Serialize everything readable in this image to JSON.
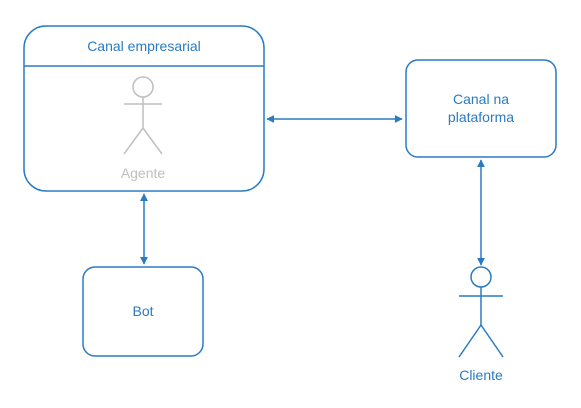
{
  "nodes": {
    "canal_empresarial": {
      "title": "Canal empresarial"
    },
    "agente": {
      "label": "Agente"
    },
    "canal_na_plataforma": {
      "label_line1": "Canal na",
      "label_line2": "plataforma"
    },
    "bot": {
      "label": "Bot"
    },
    "cliente": {
      "label": "Cliente"
    }
  },
  "colors": {
    "stroke": "#2a7bc2",
    "text": "#2a7bc2",
    "actor_muted": "#bfbfbf"
  }
}
